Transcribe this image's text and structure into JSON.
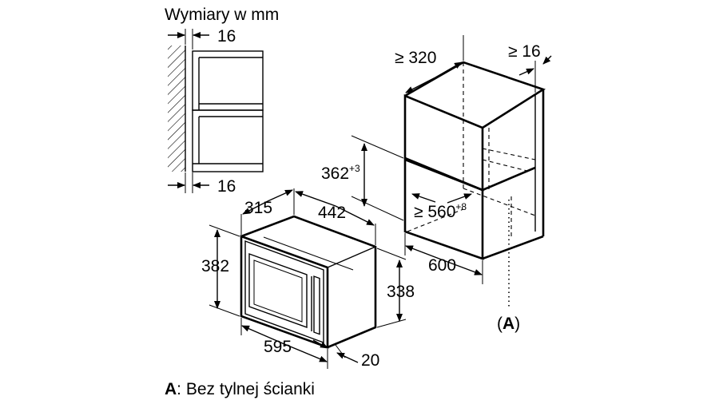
{
  "title": "Wymiary w mm",
  "legend": {
    "marker": "A",
    "text": ": Bez tylnej ścianki"
  },
  "side_view": {
    "top_gap": "16",
    "bottom_gap": "16"
  },
  "appliance": {
    "depth": "315",
    "width_depth": "442",
    "total_height": "382",
    "body_height": "338",
    "front_width": "595",
    "front_thickness": "20"
  },
  "niche": {
    "min_depth": "≥ 320",
    "min_gap": "≥ 16",
    "height": "362",
    "height_tol": "+3",
    "min_width": "≥ 560",
    "width_tol": "+8",
    "cabinet_width": "600",
    "open_back_marker": "A"
  }
}
